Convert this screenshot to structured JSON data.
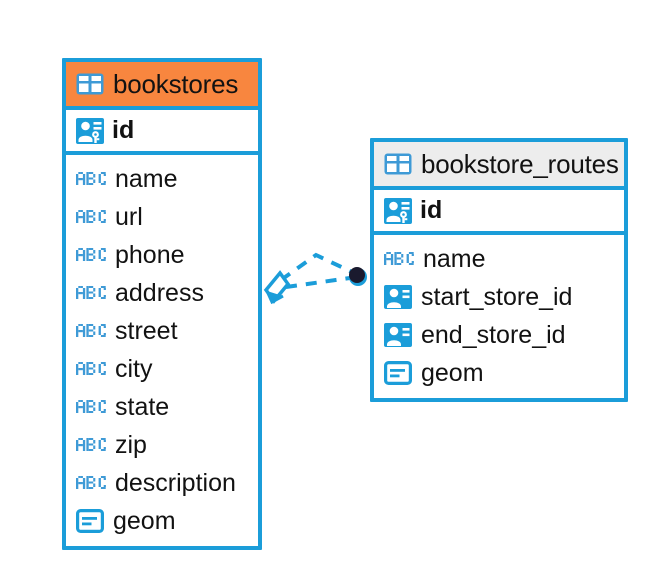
{
  "diagram": {
    "type": "entity-relationship-diagram",
    "background": "#ffffff",
    "accent_blue": "#1b9dd9",
    "header_orange": "#f8863f",
    "header_gray": "#ededed",
    "text_color": "#121212"
  },
  "entities": [
    {
      "name": "bookstores",
      "header_style": "accent-orange",
      "table_icon": "table-icon",
      "primary_key": {
        "label": "id",
        "icon": "primary-key-icon"
      },
      "fields": [
        {
          "label": "name",
          "icon": "abc-text-icon"
        },
        {
          "label": "url",
          "icon": "abc-text-icon"
        },
        {
          "label": "phone",
          "icon": "abc-text-icon"
        },
        {
          "label": "address",
          "icon": "abc-text-icon"
        },
        {
          "label": "street",
          "icon": "abc-text-icon"
        },
        {
          "label": "city",
          "icon": "abc-text-icon"
        },
        {
          "label": "state",
          "icon": "abc-text-icon"
        },
        {
          "label": "zip",
          "icon": "abc-text-icon"
        },
        {
          "label": "description",
          "icon": "abc-text-icon"
        },
        {
          "label": "geom",
          "icon": "geometry-icon"
        }
      ]
    },
    {
      "name": "bookstore_routes",
      "header_style": "accent-gray",
      "table_icon": "table-icon",
      "primary_key": {
        "label": "id",
        "icon": "primary-key-icon"
      },
      "fields": [
        {
          "label": "name",
          "icon": "abc-text-icon"
        },
        {
          "label": "start_store_id",
          "icon": "foreign-key-icon"
        },
        {
          "label": "end_store_id",
          "icon": "foreign-key-icon"
        },
        {
          "label": "geom",
          "icon": "geometry-icon"
        }
      ]
    }
  ],
  "relationship": {
    "from_entity": "bookstores",
    "to_entity": "bookstore_routes",
    "line_style": "dashed",
    "line_color": "#1b9dd9",
    "source_endpoint": "diamond-arrow-marker",
    "target_endpoint": "filled-circle-marker"
  }
}
